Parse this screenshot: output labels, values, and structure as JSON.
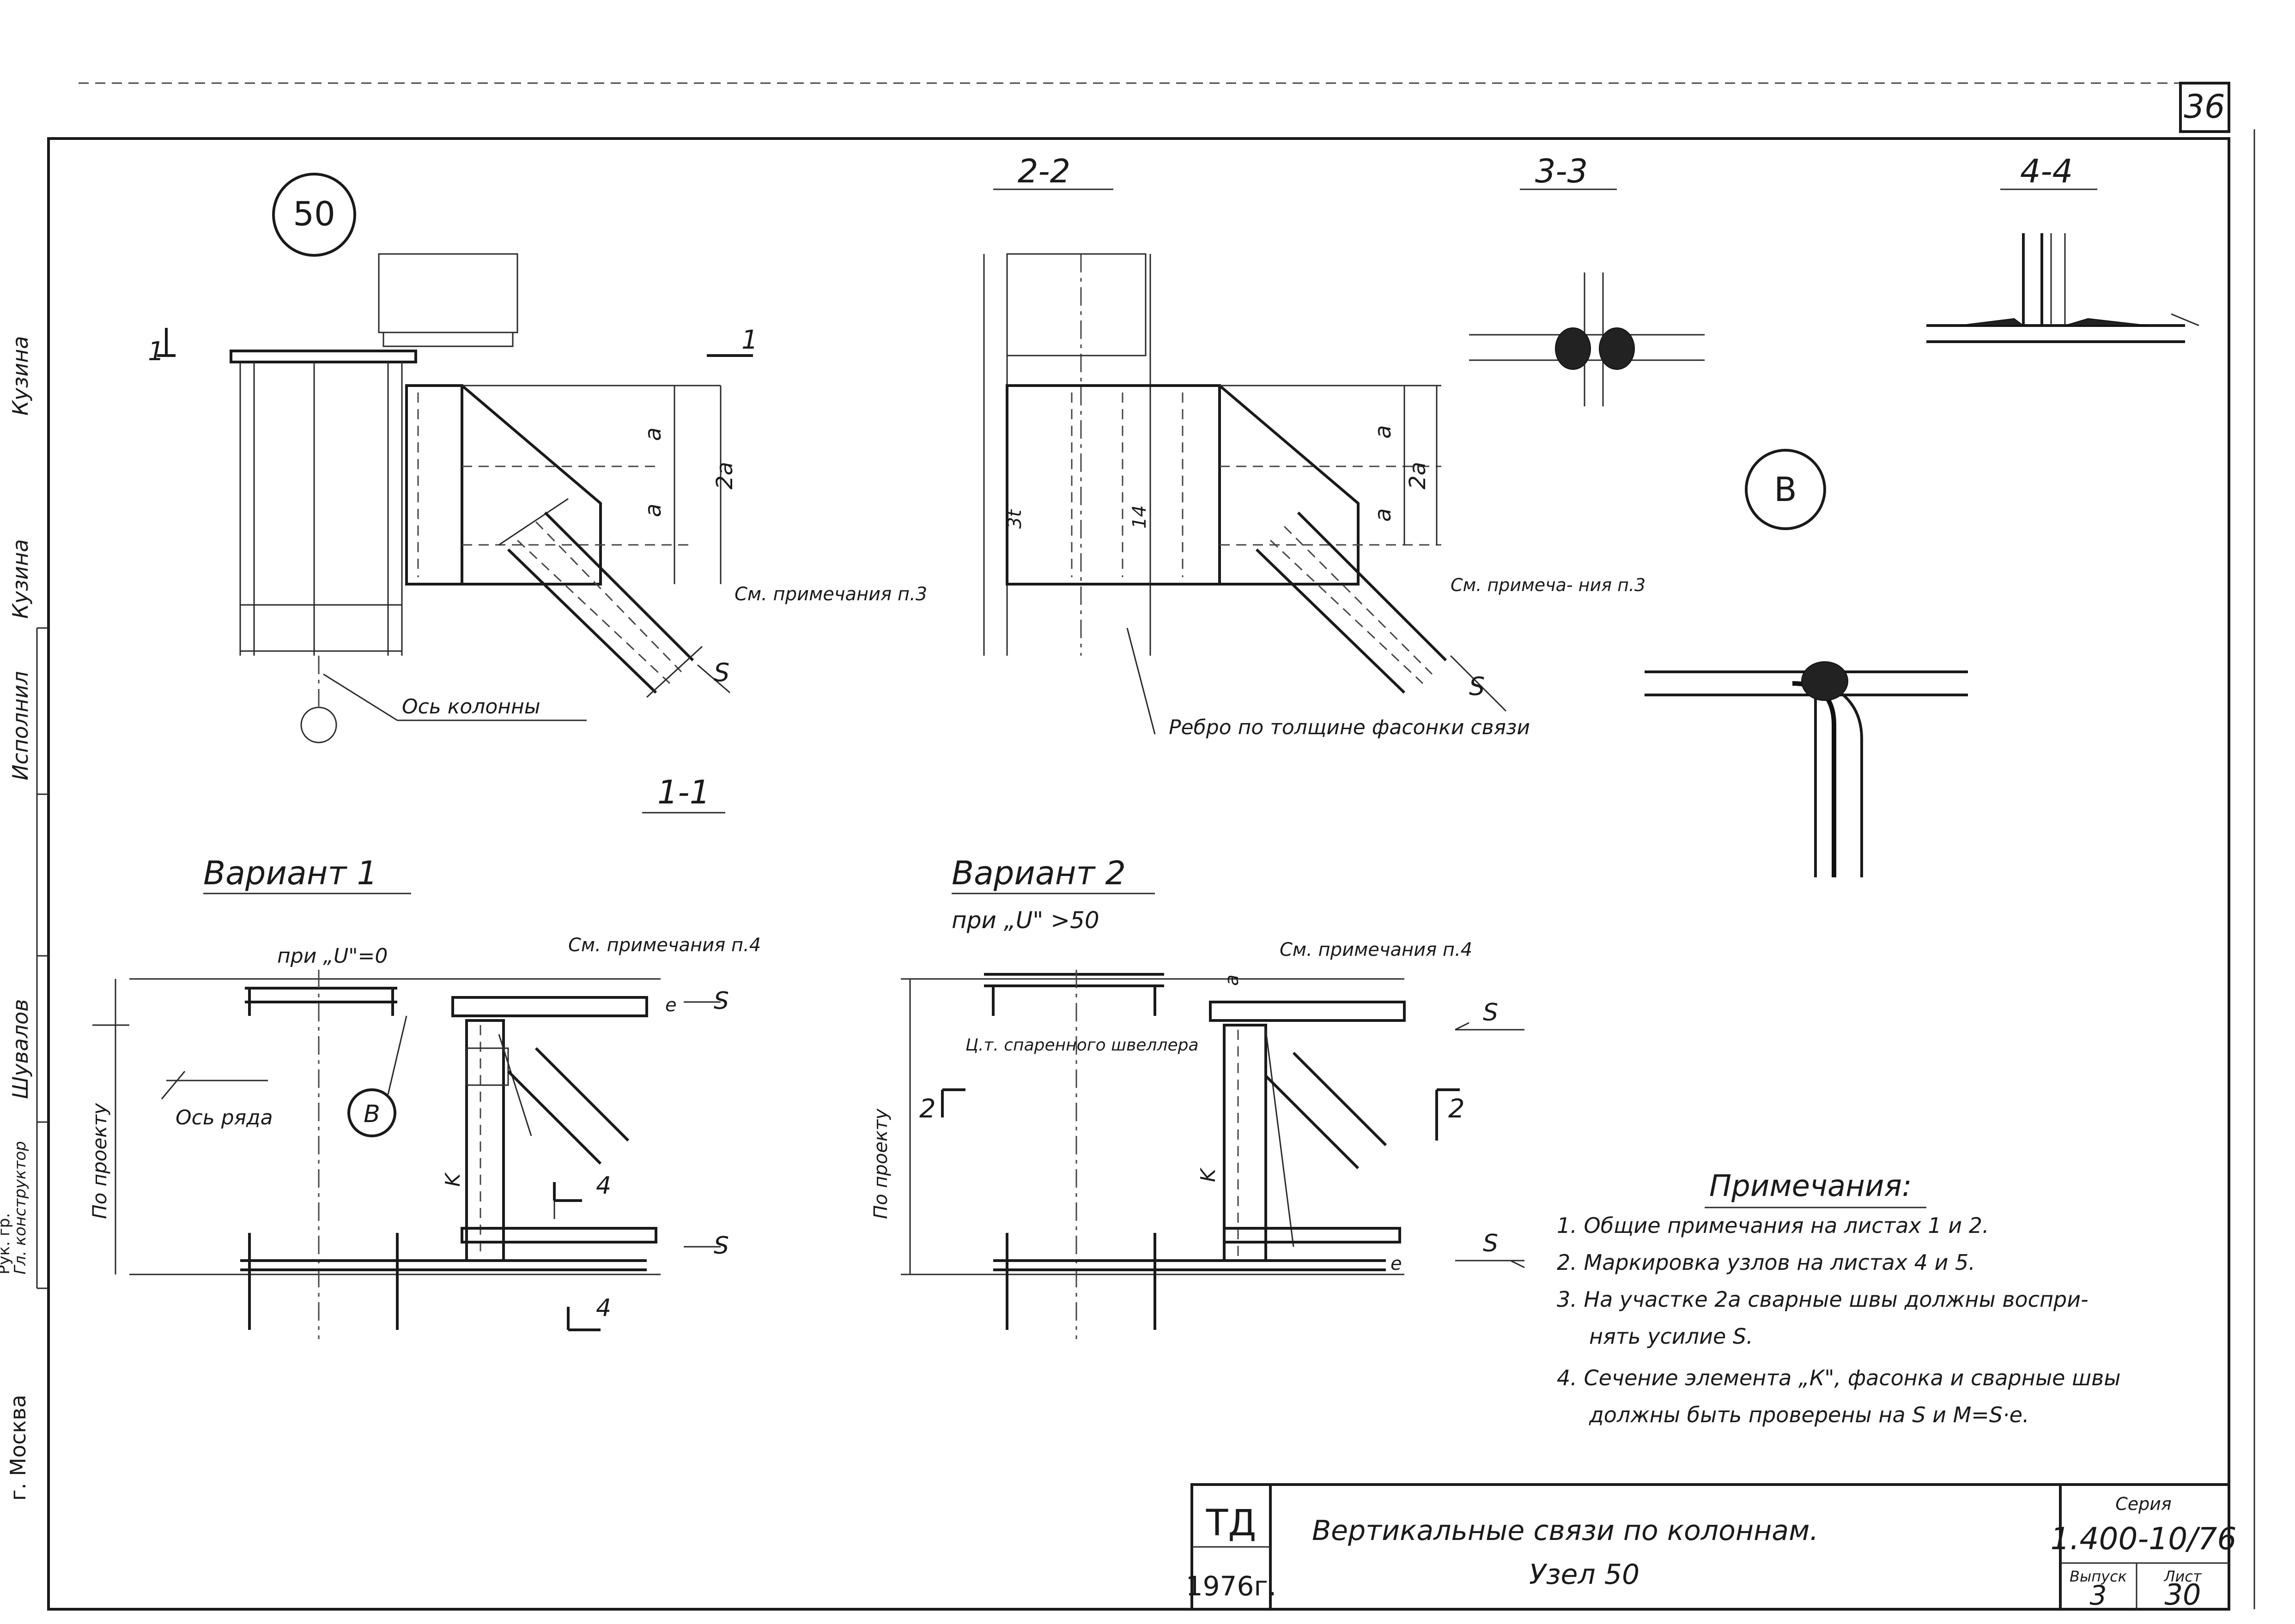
{
  "sheet_number_corner": "36",
  "node_mark": "50",
  "view_marker_b": "В",
  "section_labels": {
    "s1": "1-1",
    "s2": "2-2",
    "s3": "3-3",
    "s4": "4-4",
    "mark1": "1",
    "mark2": "2",
    "mark4": "4"
  },
  "annotations": {
    "see_notes_3": "См. примечания п.3",
    "see_notes_3_b": "См. примеча- ния п.3",
    "see_notes_4": "См. примечания п.4",
    "see_notes_4_b": "См. примечания п.4",
    "column_axis": "Ось колонны",
    "rib_text": "Ребро по толщине фасонки связи",
    "row_axis": "Ось ряда",
    "by_project": "По проекту",
    "by_project_b": "По проекту",
    "channel_center": "Ц.т. спаренного швеллера",
    "dim_a": "a",
    "dim_2a": "2a",
    "dim_k": "K",
    "dim_s": "S",
    "dim_e": "e",
    "dim_3t": "3t",
    "dim_14": "14",
    "cond_u0": "при „U\"=0",
    "cond_u50": "при „U\" >50"
  },
  "variants": {
    "v1": "Вариант 1",
    "v2": "Вариант 2"
  },
  "notes": {
    "heading": "Примечания:",
    "items": [
      "1. Общие примечания на листах 1 и 2.",
      "2. Маркировка узлов на листах 4 и 5.",
      "3. На участке 2а сварные швы должны воспри-",
      "нять усилие S.",
      "4. Сечение элемента „К\", фасонка и сварные швы",
      "должны быть проверены на S и M=S·e."
    ]
  },
  "side_stamp": {
    "names": [
      "Кузина",
      "Кузина",
      "Исполнил",
      "Шувалов"
    ],
    "roles": [
      "Рук. гр.",
      "Гл. конструктор"
    ],
    "city": "г. Москва"
  },
  "title_block": {
    "org": "ТД",
    "year": "1976г.",
    "title_line1": "Вертикальные связи по колоннам.",
    "title_line2": "Узел 50",
    "series_label": "Серия",
    "series_value": "1.400-10/76",
    "issue_label": "Выпуск",
    "issue_value": "3",
    "sheet_label": "Лист",
    "sheet_value": "30"
  }
}
